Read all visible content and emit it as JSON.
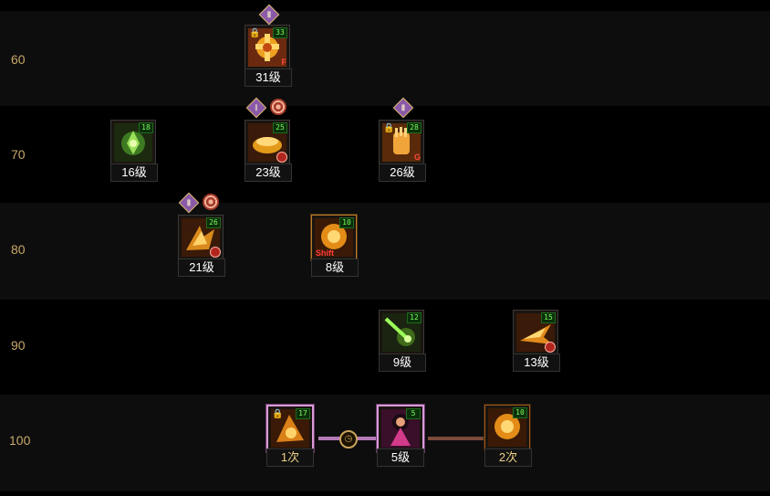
{
  "rows": [
    {
      "level": "60"
    },
    {
      "level": "70"
    },
    {
      "level": "80"
    },
    {
      "level": "90"
    },
    {
      "level": "100"
    }
  ],
  "skills": {
    "s60": {
      "badge": "33",
      "label": "31级",
      "key": "F",
      "tier": "Ⅱ"
    },
    "s70a": {
      "badge": "18",
      "label": "16级"
    },
    "s70b": {
      "badge": "25",
      "label": "23级",
      "tier": "Ⅰ"
    },
    "s70c": {
      "badge": "28",
      "label": "26级",
      "key": "G",
      "tier": "Ⅱ"
    },
    "s80a": {
      "badge": "26",
      "label": "21级",
      "tier": "Ⅱ"
    },
    "s80b": {
      "badge": "10",
      "label": "8级",
      "key": "Shift"
    },
    "s90a": {
      "badge": "12",
      "label": "9级"
    },
    "s90b": {
      "badge": "15",
      "label": "13级"
    },
    "s100a": {
      "badge": "17",
      "label": "1次"
    },
    "s100b": {
      "badge": "5",
      "label": "5级"
    },
    "s100c": {
      "badge": "10",
      "label": "2次"
    }
  },
  "icons": {
    "lock": "🔒",
    "clock": "clock-icon",
    "connector_node": "◷"
  },
  "colors": {
    "level_text": "#c9a86a",
    "badge_green": "#7cff5c",
    "key_red": "#ff4a3c",
    "awakening_pink": "#d79ad8"
  }
}
